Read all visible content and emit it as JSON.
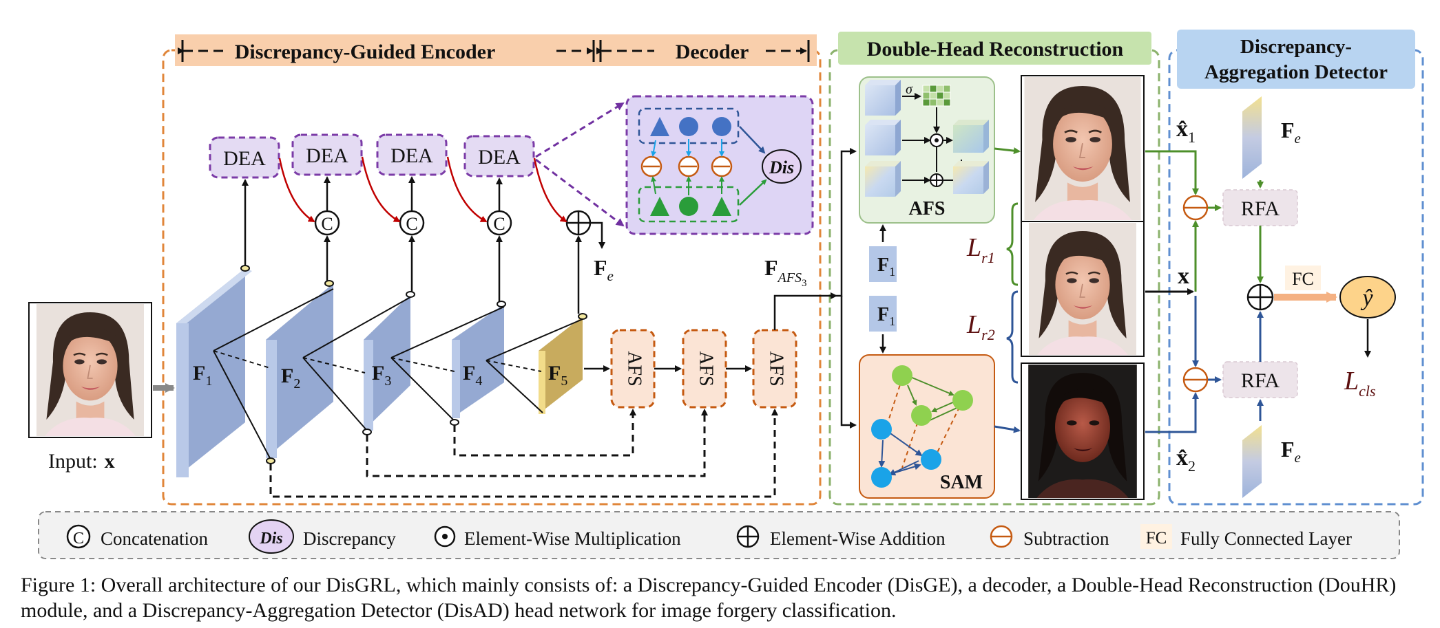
{
  "figure": {
    "caption": "Figure 1: Overall architecture of our DisGRL, which mainly consists of: a Discrepancy-Guided Encoder (DisGE), a decoder, a Double-Head Reconstruction (DouHR) module, and a Discrepancy-Aggregation Detector (DisAD) head network for image forgery classification."
  },
  "sections": {
    "encoder_title": "Discrepancy-Guided Encoder",
    "decoder_title": "Decoder",
    "douhr_title": "Double-Head Reconstruction",
    "disad_title_line1": "Discrepancy-",
    "disad_title_line2": "Aggregation Detector"
  },
  "input": {
    "label": "Input:",
    "symbol": "x"
  },
  "encoder": {
    "features": [
      "F",
      "F",
      "F",
      "F",
      "F"
    ],
    "feature_subscripts": [
      "1",
      "2",
      "3",
      "4",
      "5"
    ],
    "dea_label": "DEA",
    "concat_symbol": "C",
    "fe_label": "F",
    "fe_sub": "e"
  },
  "decoder": {
    "afs_label": "AFS",
    "output_label": "F",
    "output_sub": "AFS",
    "output_sub2": "3"
  },
  "dis_detail": {
    "dis_label": "Dis"
  },
  "douhr": {
    "afs_label": "AFS",
    "sam_label": "SAM",
    "sigma": "σ",
    "f1_label": "F",
    "f1_sub": "1",
    "loss_r1": "L",
    "loss_r1_sub": "r1",
    "loss_r2": "L",
    "loss_r2_sub": "r2"
  },
  "detector": {
    "x1_label": "x̂",
    "x1_sub": "1",
    "x_label": "x",
    "x2_label": "x̂",
    "x2_sub": "2",
    "rfa_label": "RFA",
    "fc_label": "FC",
    "fe_label": "F",
    "fe_sub": "e",
    "yhat_label": "ŷ",
    "loss_cls": "L",
    "loss_cls_sub": "cls"
  },
  "legend": {
    "items": [
      {
        "symbol": "C",
        "text": "Concatenation"
      },
      {
        "symbol": "Dis",
        "text": "Discrepancy"
      },
      {
        "symbol": "dot",
        "text": "Element-Wise Multiplication"
      },
      {
        "symbol": "plus",
        "text": "Element-Wise Addition"
      },
      {
        "symbol": "minus",
        "text": "Subtraction"
      },
      {
        "symbol": "FC",
        "text": "Fully Connected Layer"
      }
    ]
  },
  "colors": {
    "encoder_border": "#e0863a",
    "encoder_title_bg": "#f9cfac",
    "douhr_border": "#8bb26c",
    "douhr_title_bg": "#c6e3ad",
    "disad_border": "#5f8fd0",
    "disad_title_bg": "#b8d4f1",
    "dea_bg": "#e4dbf3",
    "dea_border": "#7b3ba7",
    "afs_bg": "#fbe4d5",
    "afs_border": "#c55a11",
    "feature_blue": "#b4c7e7",
    "feature_gold": "#d9c17e",
    "red_arrow": "#c00000",
    "green_arrow": "#4d8f2a",
    "blue_arrow": "#2e5597"
  }
}
